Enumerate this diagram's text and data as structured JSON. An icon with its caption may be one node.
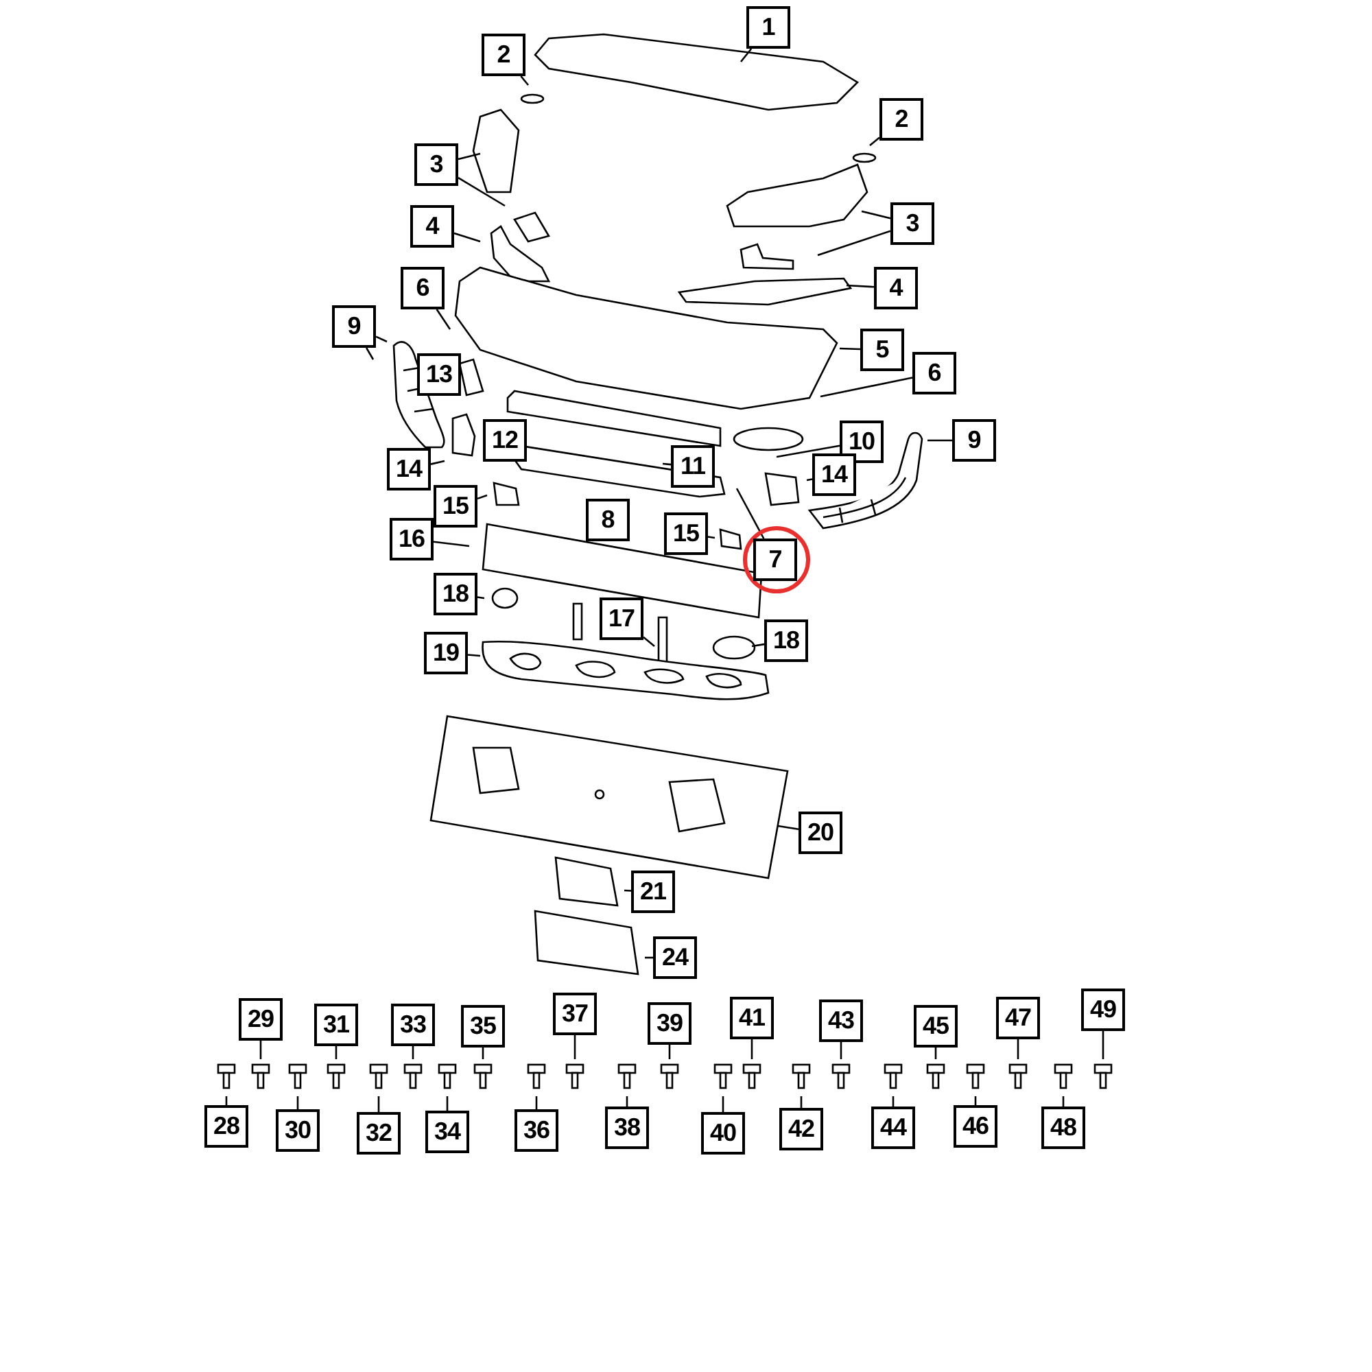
{
  "diagram": {
    "nodes": [
      {
        "text": [
          "1"
        ]
      },
      {
        "text": [
          "2"
        ]
      },
      {
        "text": [
          "2"
        ]
      },
      {
        "text": [
          "3"
        ]
      },
      {
        "text": [
          "3"
        ]
      },
      {
        "text": [
          "4"
        ]
      },
      {
        "text": [
          "4"
        ]
      },
      {
        "text": [
          "6"
        ]
      },
      {
        "text": [
          "9"
        ]
      },
      {
        "text": [
          "5"
        ]
      },
      {
        "text": [
          "13"
        ]
      },
      {
        "text": [
          "6"
        ]
      },
      {
        "text": [
          "10"
        ]
      },
      {
        "text": [
          "9"
        ]
      },
      {
        "text": [
          "12"
        ]
      },
      {
        "text": [
          "14"
        ]
      },
      {
        "text": [
          "11"
        ]
      },
      {
        "text": [
          "14"
        ]
      },
      {
        "text": [
          "15"
        ]
      },
      {
        "text": [
          "8"
        ]
      },
      {
        "text": [
          "15"
        ]
      },
      {
        "text": [
          "16"
        ]
      },
      {
        "text": [
          "7"
        ]
      },
      {
        "text": [
          "18"
        ]
      },
      {
        "text": [
          "17"
        ]
      },
      {
        "text": [
          "18"
        ]
      },
      {
        "text": [
          "19"
        ]
      },
      {
        "text": [],
        "shape": "box"
      },
      {
        "text": [
          "20"
        ]
      },
      {
        "text": [
          "21"
        ]
      },
      {
        "text": [
          "24"
        ]
      },
      {
        "text": [
          "29"
        ]
      },
      {
        "text": [
          "31"
        ]
      },
      {
        "text": [
          "33"
        ]
      },
      {
        "text": [
          "35"
        ]
      },
      {
        "text": [
          "37"
        ]
      },
      {
        "text": [
          "39"
        ]
      },
      {
        "text": [
          "41"
        ]
      },
      {
        "text": [
          "43"
        ]
      },
      {
        "text": [
          "45"
        ]
      },
      {
        "text": [
          "47"
        ]
      },
      {
        "text": [
          "49"
        ]
      },
      {
        "text": [
          "28"
        ]
      },
      {
        "text": [
          "30"
        ]
      },
      {
        "text": [
          "32"
        ]
      },
      {
        "text": [
          "34"
        ]
      },
      {
        "text": [
          "36"
        ]
      },
      {
        "text": [
          "38"
        ]
      },
      {
        "text": [
          "40"
        ]
      },
      {
        "text": [
          "42"
        ]
      },
      {
        "text": [
          "44"
        ]
      },
      {
        "text": [
          "46"
        ]
      },
      {
        "text": [
          "48"
        ]
      }
    ],
    "edges": [
      {
        "from": 0,
        "to": null,
        "arrow": "none"
      },
      {
        "from": 1,
        "to": null,
        "arrow": "none"
      },
      {
        "from": 2,
        "to": null,
        "arrow": "none"
      },
      {
        "from": 3,
        "to": null,
        "arrow": "none"
      },
      {
        "from": 3,
        "to": null,
        "arrow": "none"
      },
      {
        "from": 4,
        "to": null,
        "arrow": "none"
      },
      {
        "from": 4,
        "to": null,
        "arrow": "none"
      },
      {
        "from": 5,
        "to": null,
        "arrow": "none"
      },
      {
        "from": 6,
        "to": null,
        "arrow": "none"
      },
      {
        "from": 7,
        "to": null,
        "arrow": "none"
      },
      {
        "from": 8,
        "to": null,
        "arrow": "none"
      },
      {
        "from": 8,
        "to": null,
        "arrow": "none"
      },
      {
        "from": 9,
        "to": null,
        "arrow": "none"
      },
      {
        "from": 11,
        "to": null,
        "arrow": "none"
      },
      {
        "from": 12,
        "to": null,
        "arrow": "none"
      },
      {
        "from": 13,
        "to": null,
        "arrow": "none"
      },
      {
        "from": 15,
        "to": null,
        "arrow": "none"
      },
      {
        "from": 16,
        "to": null,
        "arrow": "none"
      },
      {
        "from": 17,
        "to": null,
        "arrow": "none"
      },
      {
        "from": 18,
        "to": null,
        "arrow": "none"
      },
      {
        "from": 20,
        "to": null,
        "arrow": "none"
      },
      {
        "from": 21,
        "to": null,
        "arrow": "none"
      },
      {
        "from": 22,
        "to": null,
        "arrow": "none"
      },
      {
        "from": 23,
        "to": null,
        "arrow": "none"
      },
      {
        "from": 24,
        "to": null,
        "arrow": "none"
      },
      {
        "from": 25,
        "to": null,
        "arrow": "none"
      },
      {
        "from": 26,
        "to": null,
        "arrow": "none"
      },
      {
        "from": 28,
        "to": 27,
        "arrow": "none"
      },
      {
        "from": 29,
        "to": null,
        "arrow": "none"
      },
      {
        "from": 30,
        "to": null,
        "arrow": "none"
      },
      {
        "from": 31,
        "to": null,
        "arrow": "none"
      },
      {
        "from": 32,
        "to": null,
        "arrow": "none"
      },
      {
        "from": 33,
        "to": null,
        "arrow": "none"
      },
      {
        "from": 34,
        "to": null,
        "arrow": "none"
      },
      {
        "from": 35,
        "to": null,
        "arrow": "none"
      },
      {
        "from": 36,
        "to": null,
        "arrow": "none"
      },
      {
        "from": 37,
        "to": null,
        "arrow": "none"
      },
      {
        "from": 38,
        "to": null,
        "arrow": "none"
      },
      {
        "from": 39,
        "to": null,
        "arrow": "none"
      },
      {
        "from": 40,
        "to": null,
        "arrow": "none"
      },
      {
        "from": 41,
        "to": null,
        "arrow": "none"
      },
      {
        "from": 42,
        "to": null,
        "arrow": "none"
      },
      {
        "from": 43,
        "to": null,
        "arrow": "none"
      },
      {
        "from": 44,
        "to": null,
        "arrow": "none"
      },
      {
        "from": 45,
        "to": null,
        "arrow": "none"
      },
      {
        "from": 46,
        "to": null,
        "arrow": "none"
      },
      {
        "from": 47,
        "to": null,
        "arrow": "none"
      },
      {
        "from": 48,
        "to": null,
        "arrow": "none"
      },
      {
        "from": 49,
        "to": null,
        "arrow": "none"
      },
      {
        "from": 50,
        "to": null,
        "arrow": "none"
      },
      {
        "from": 51,
        "to": null,
        "arrow": "none"
      },
      {
        "from": 52,
        "to": null,
        "arrow": "none"
      }
    ]
  }
}
